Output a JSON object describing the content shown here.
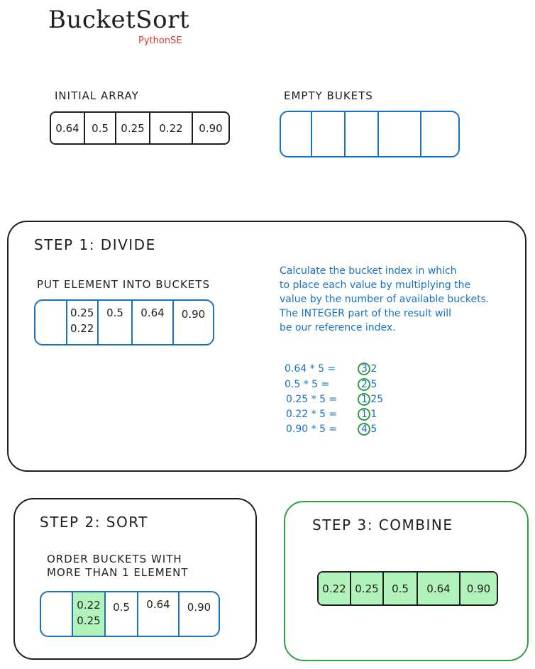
{
  "header": {
    "title": "BucketSort",
    "subtitle": "PythonSE"
  },
  "initial": {
    "label": "Initial Array",
    "values": [
      "0.64",
      "0.5",
      "0.25",
      "0.22",
      "0.90"
    ]
  },
  "empty": {
    "label": "Empty Bukets"
  },
  "step1": {
    "title": "STEP 1: DIVIDE",
    "subtitle": "Put element into Buckets",
    "buckets": [
      [],
      [
        "0.25",
        "0.22"
      ],
      [
        "0.5"
      ],
      [
        "0.64"
      ],
      [
        "0.90"
      ]
    ],
    "explanation": [
      "Calculate the bucket index in which",
      "to place each value by multiplying the",
      "value by the number of available buckets.",
      "The INTEGER part of the result will",
      "be our reference index."
    ],
    "calculations": [
      {
        "expr": "0.64 * 5 =",
        "result": "3.2"
      },
      {
        "expr": "0.5 * 5 =",
        "result": "2.5"
      },
      {
        "expr": "0.25 * 5 =",
        "result": "1.25"
      },
      {
        "expr": "0.22 * 5 =",
        "result": "1.1"
      },
      {
        "expr": "0.90 * 5 =",
        "result": "4.5"
      }
    ]
  },
  "step2": {
    "title": "STEP 2: SORT",
    "subtitle_line1": "Order Buckets with",
    "subtitle_line2": "more than 1 element",
    "buckets": [
      [],
      [
        "0.22",
        "0.25"
      ],
      [
        "0.5"
      ],
      [
        "0.64"
      ],
      [
        "0.90"
      ]
    ]
  },
  "step3": {
    "title": "STEP 3: COMBINE",
    "values": [
      "0.22",
      "0.25",
      "0.5",
      "0.64",
      "0.90"
    ]
  },
  "colors": {
    "ink": "#1e1e1e",
    "blue": "#1971c2",
    "green": "#2f9e44",
    "highlight": "#b2f2bb",
    "red": "#e03131"
  }
}
